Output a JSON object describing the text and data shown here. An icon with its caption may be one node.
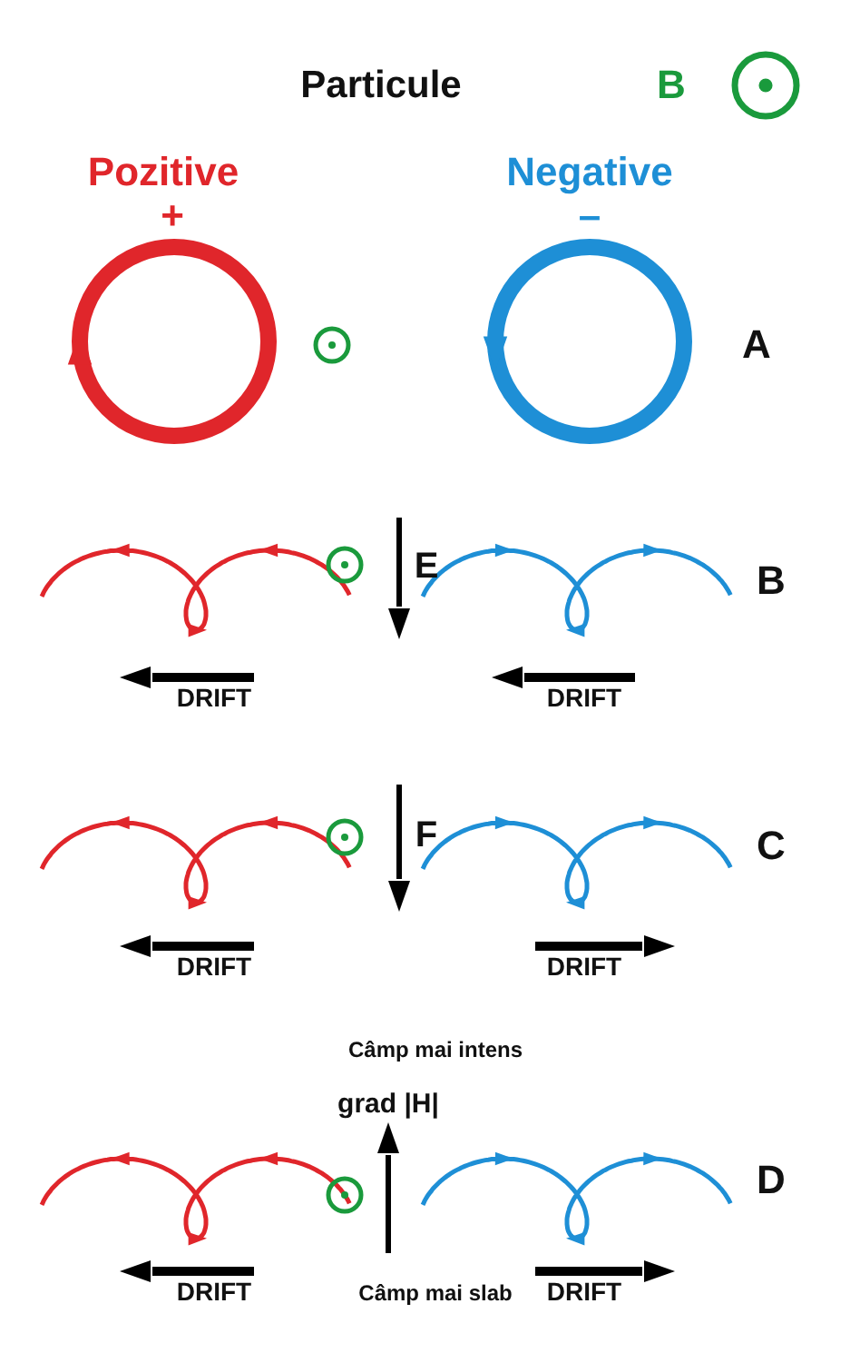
{
  "diagram": {
    "title": "Particule",
    "labels": [
      "B",
      "Pozitive",
      "+",
      "Negative",
      "–",
      "A",
      "E",
      "B",
      "DRIFT",
      "DRIFT",
      "F",
      "C",
      "DRIFT",
      "DRIFT",
      "Câmp mai intens",
      "grad |**H**|",
      "D",
      "DRIFT",
      "Câmp mai slab",
      "DRIFT"
    ]
  }
}
